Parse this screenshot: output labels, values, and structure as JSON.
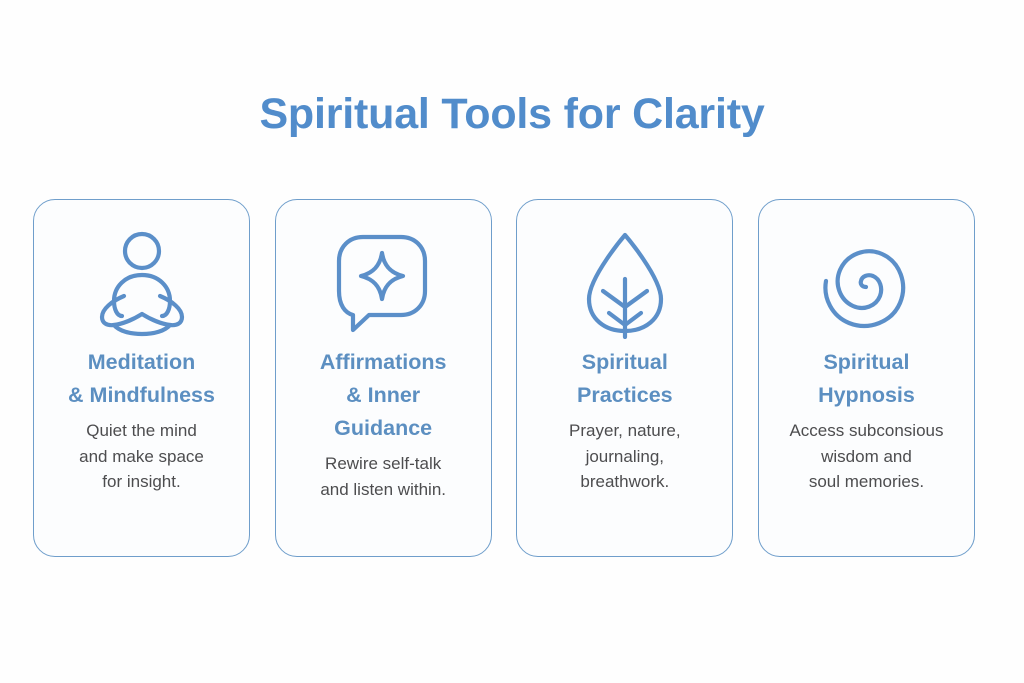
{
  "header": {
    "title": "Spiritual Tools for Clarity"
  },
  "theme": {
    "background": "#fefefe",
    "title_color": "#518ccb",
    "card_border": "#6f9ecb",
    "card_background": "#fcfdfe",
    "card_title_color": "#5c8fc1",
    "body_text_color": "#4d4d4f",
    "icon_color": "#5b8fc9"
  },
  "cards": [
    {
      "icon": "meditation-lotus-icon",
      "title": "Meditation\n& Mindfulness",
      "body": "Quiet the mind\nand make space\nfor insight."
    },
    {
      "icon": "speech-bubble-sparkle-icon",
      "title": "Affirmations\n& Inner\nGuidance",
      "body": "Rewire self-talk\nand listen within."
    },
    {
      "icon": "leaf-icon",
      "title": "Spiritual\nPractices",
      "body": "Prayer, nature,\njournaling,\nbreathwork."
    },
    {
      "icon": "spiral-icon",
      "title": "Spiritual\nHypnosis",
      "body": "Access subconsious\nwisdom and\nsoul memories."
    }
  ]
}
